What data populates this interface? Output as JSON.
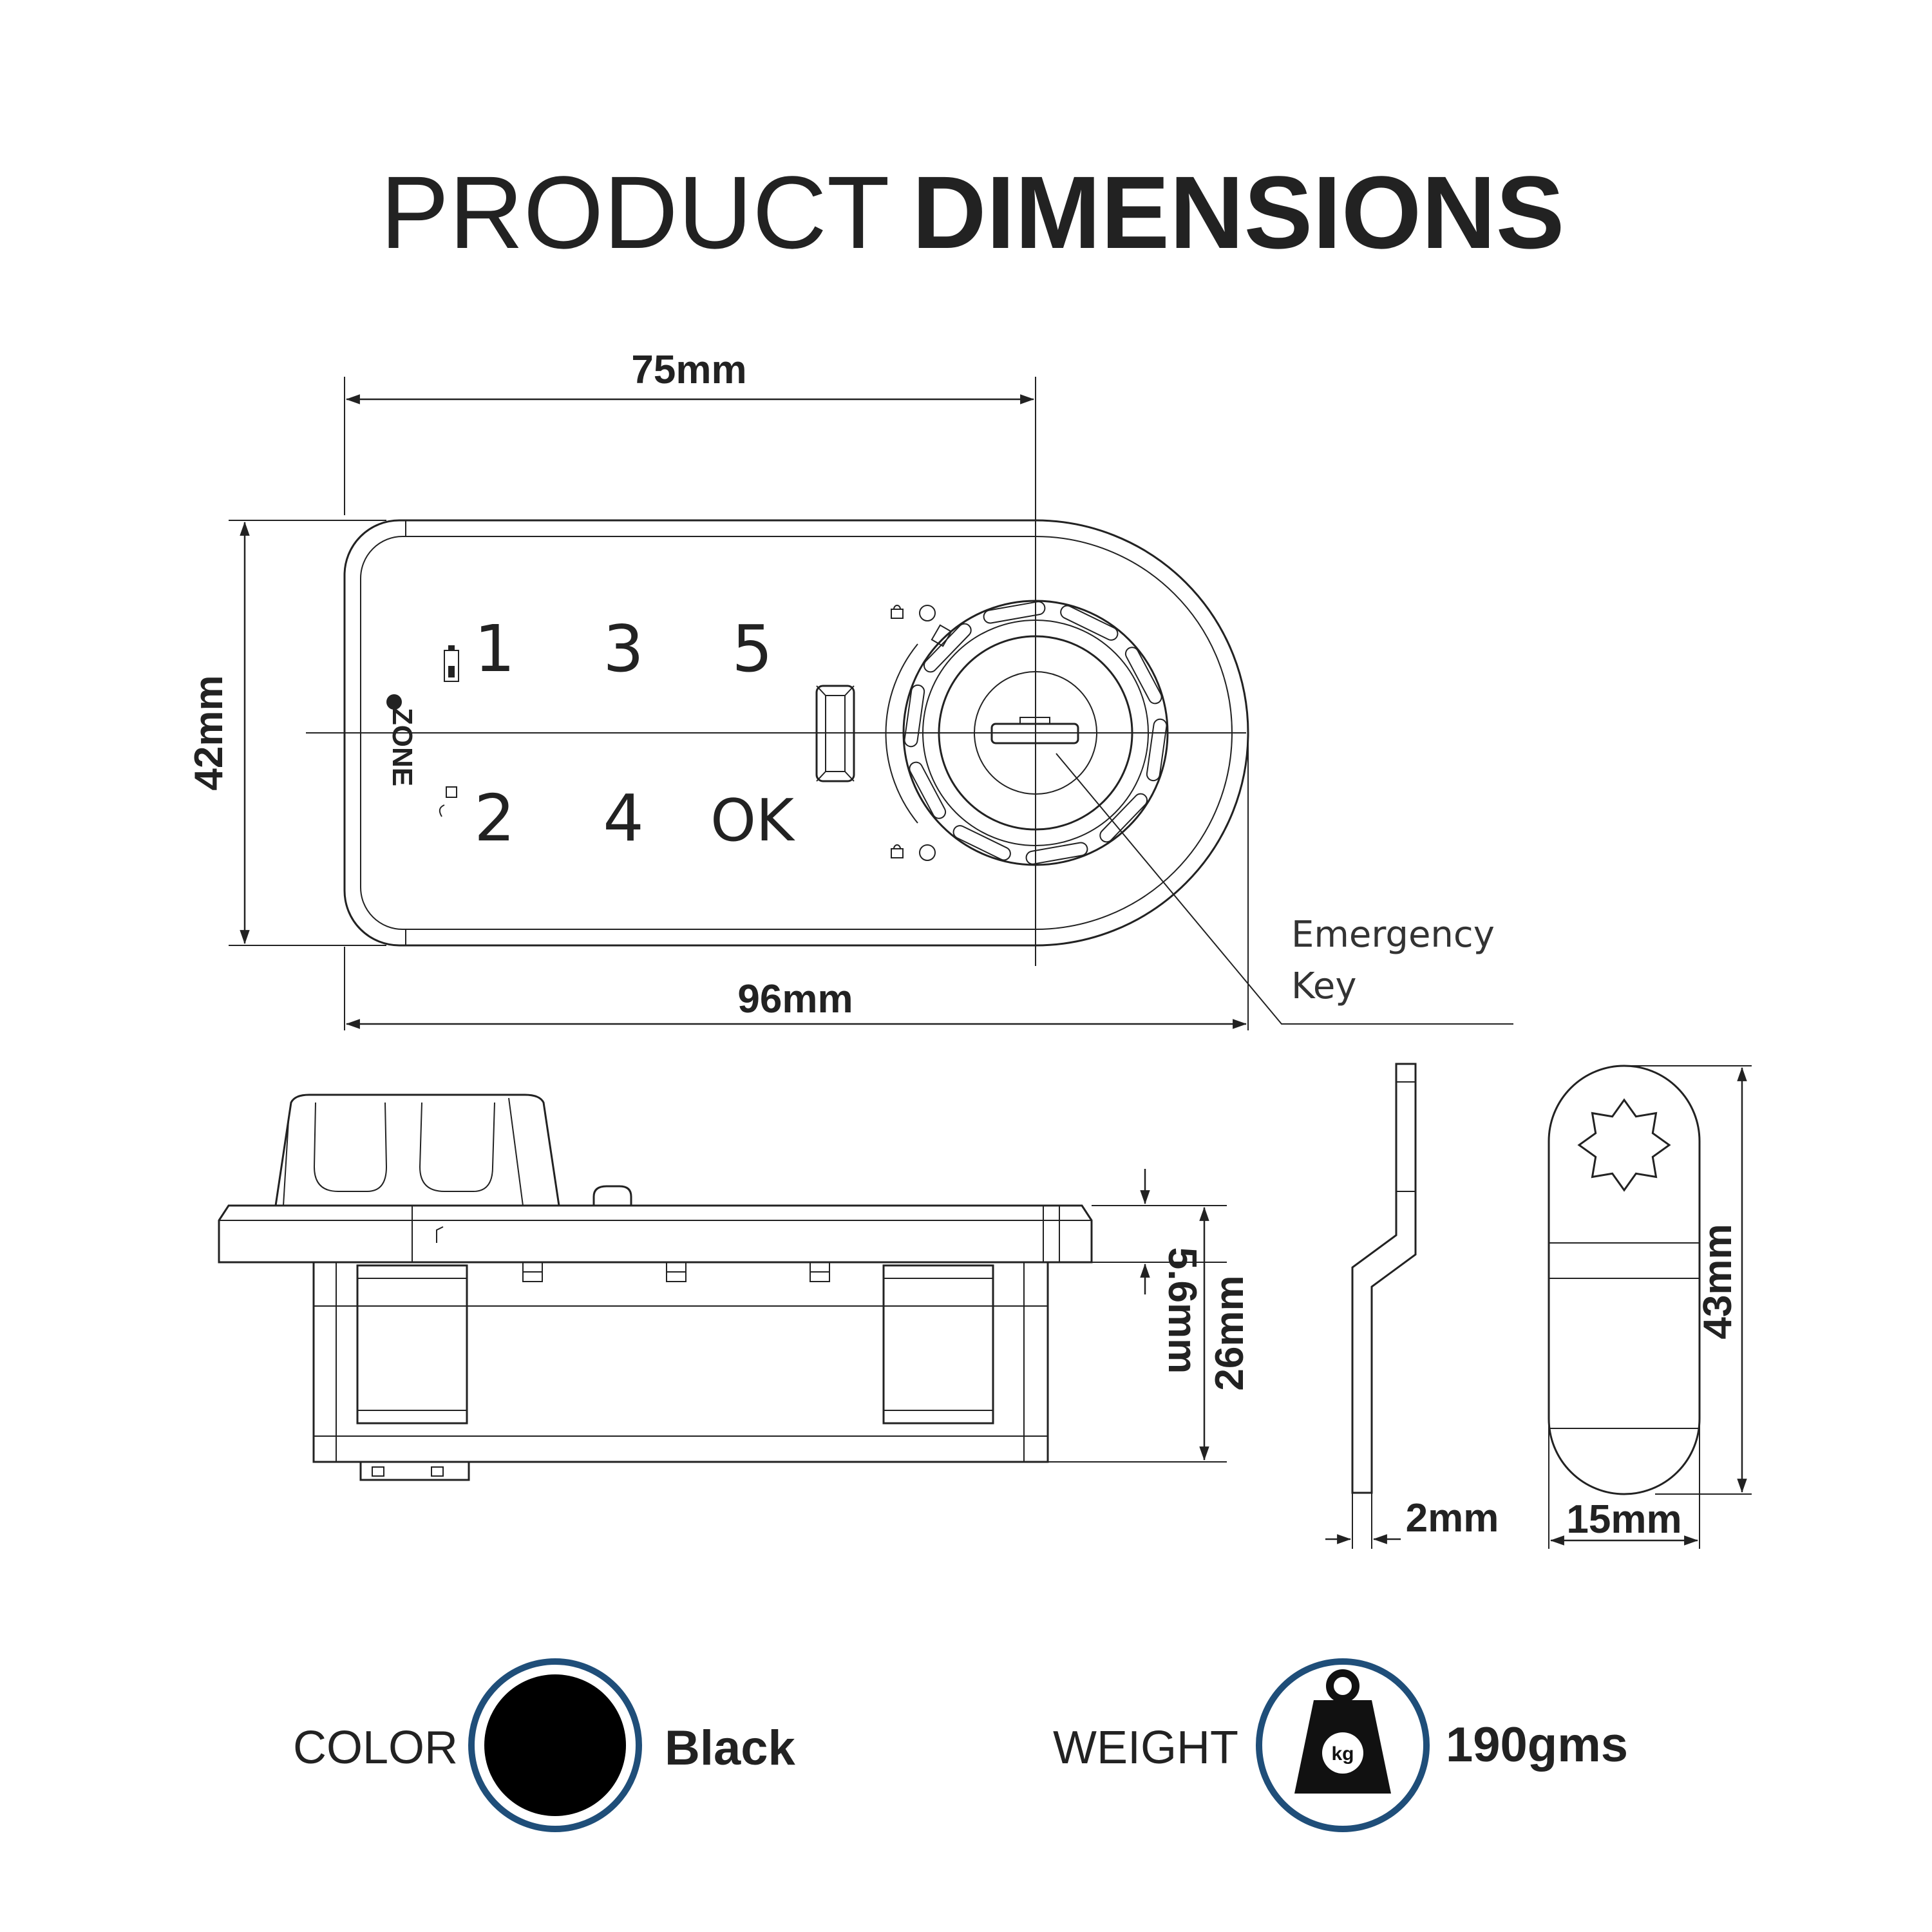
{
  "title": {
    "light": "PRODUCT",
    "bold": "DIMENSIONS"
  },
  "brand_logo": "ZONE",
  "keypad": {
    "keys": [
      "1",
      "3",
      "5",
      "2",
      "4",
      "OK"
    ]
  },
  "dimensions": {
    "top_width": "75mm",
    "overall_width": "96mm",
    "height": "42mm",
    "flange_thickness": "5.6mm",
    "body_depth": "26mm",
    "cam_thickness": "2mm",
    "cam_width": "15mm",
    "cam_length": "43mm"
  },
  "callout": {
    "line1": "Emergency",
    "line2": "Key"
  },
  "specs": {
    "color": {
      "label": "COLOR",
      "value": "Black",
      "swatch": "#000000",
      "ring": "#1f4e79"
    },
    "weight": {
      "label": "WEIGHT",
      "value": "190gms",
      "icon": "weight-kg-icon",
      "icon_text": "kg",
      "ring": "#1f4e79"
    }
  }
}
